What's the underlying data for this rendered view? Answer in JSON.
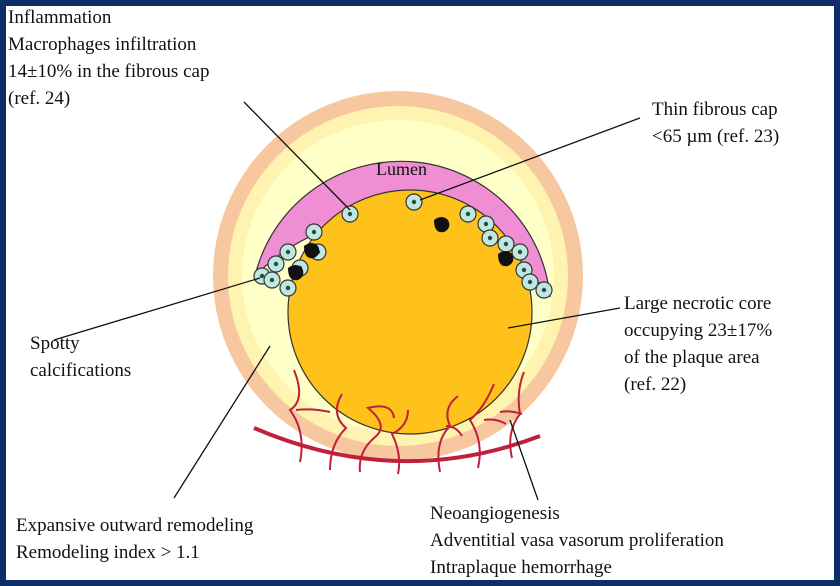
{
  "labels": {
    "inflammation": [
      "Inflammation",
      "Macrophages infiltration",
      "14±10% in the fibrous cap",
      "(ref. 24)"
    ],
    "thin_cap": [
      "Thin fibrous cap",
      "<65 µm (ref. 23)"
    ],
    "lumen": "Lumen",
    "spotty": [
      "Spotty",
      "calcifications"
    ],
    "necrotic": [
      "Large necrotic core",
      "occupying 23±17%",
      "of the plaque area",
      "(ref. 22)"
    ],
    "remodeling": [
      "Expansive outward remodeling",
      "Remodeling index > 1.1"
    ],
    "neo": [
      "Neoangiogenesis",
      "Adventitial vasa vasorum proliferation",
      "Intraplaque hemorrhage"
    ]
  },
  "colors": {
    "frame": "#0d2d6b",
    "adventitia": "#f7c7a0",
    "media": "#fff3b0",
    "plaque_wall": "#ffffc8",
    "lumen": "#f08ed4",
    "necrotic_core": "#ffc21a",
    "macrophage": "#bfe8e0",
    "calcification": "#111111",
    "vessels": "#c0203c"
  }
}
